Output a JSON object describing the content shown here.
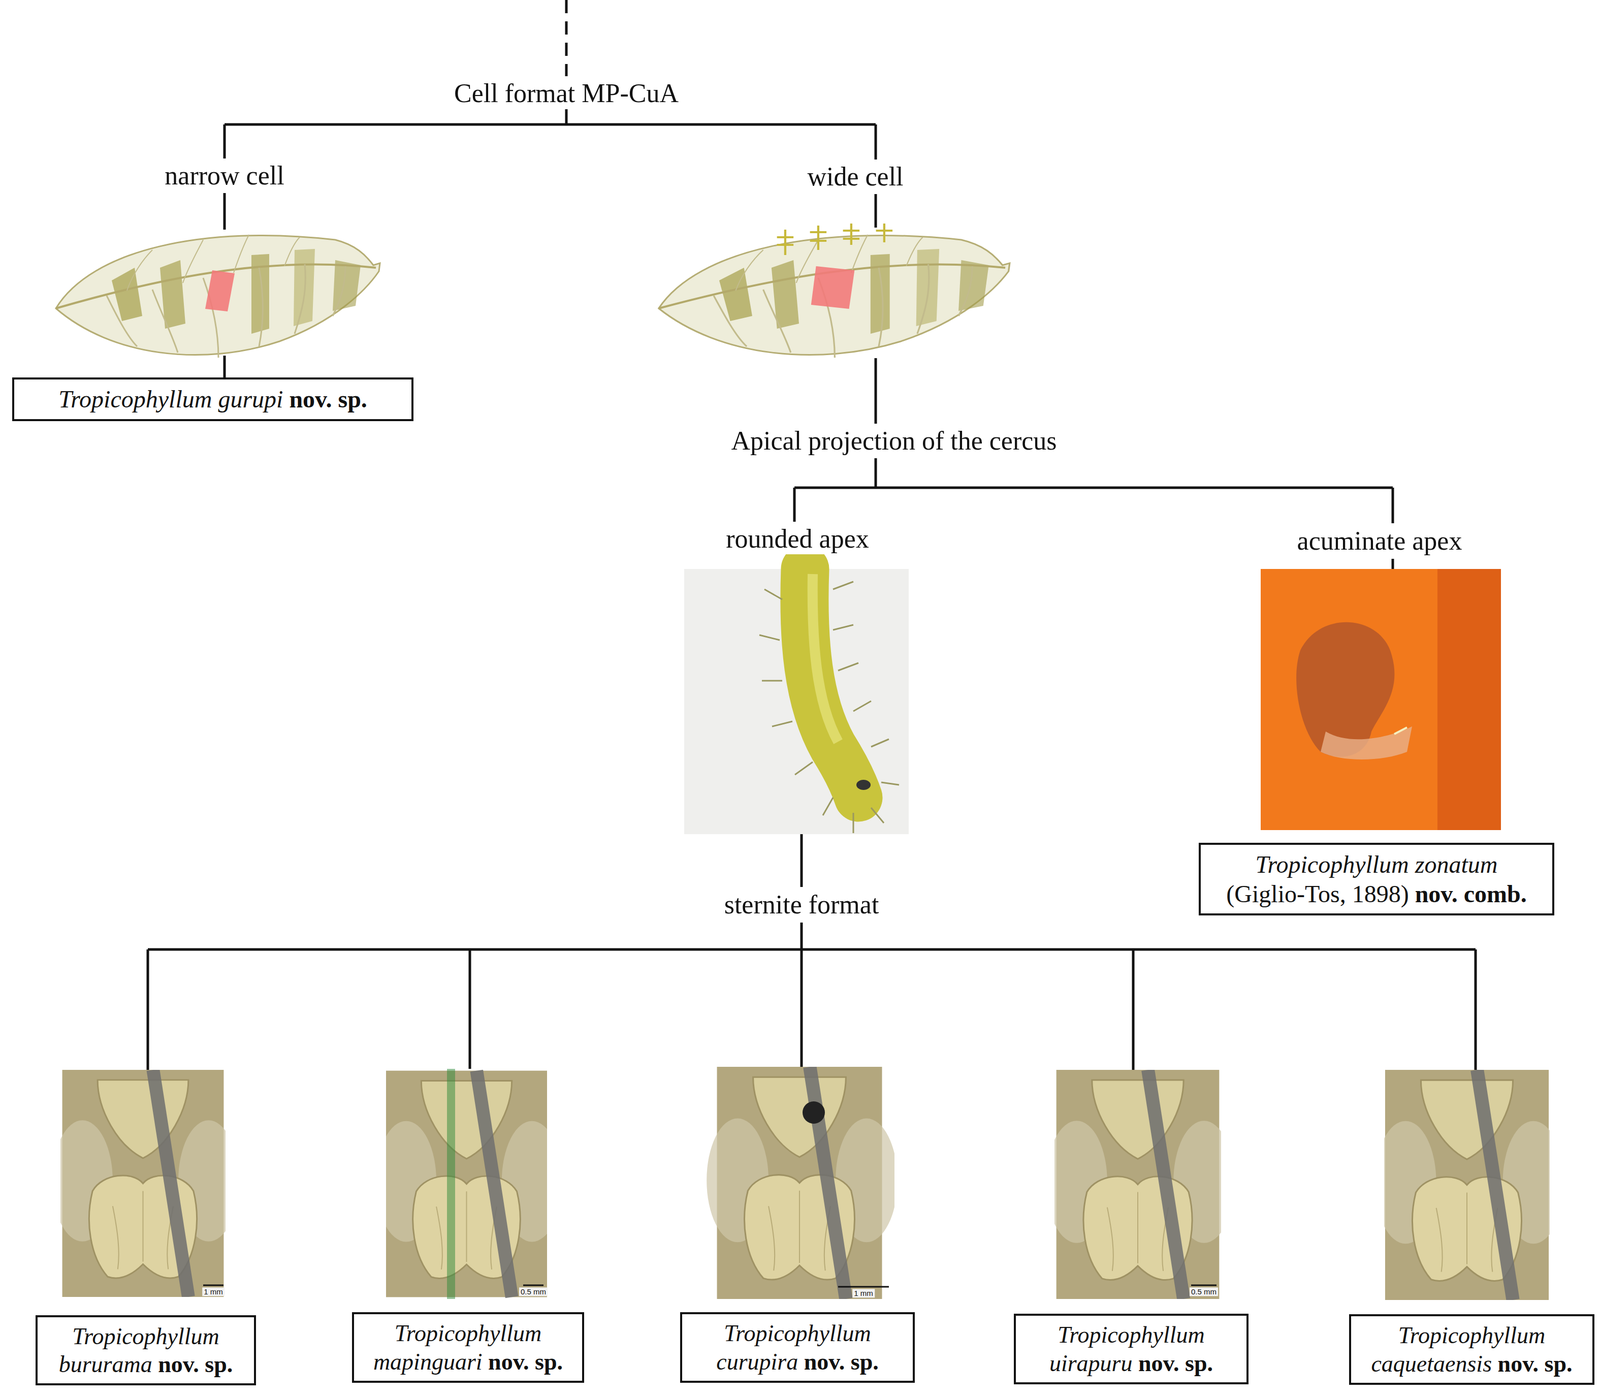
{
  "diagram": {
    "nodes": [
      {
        "text": [
          "Tropicophyllum gurupi",
          "nov. sp."
        ]
      },
      {
        "text": [
          "Tropicophyllum zonatum",
          "(Giglio-Tos, 1898)",
          "nov. comb."
        ]
      },
      {
        "text": [
          "Tropicophyllum bururama",
          "nov. sp."
        ]
      },
      {
        "text": [
          "Tropicophyllum mapinguari",
          "nov. sp."
        ]
      },
      {
        "text": [
          "Tropicophyllum curupira",
          "nov. sp."
        ]
      },
      {
        "text": [
          "Tropicophyllum uirapuru",
          "nov. sp."
        ]
      },
      {
        "text": [
          "Tropicophyllum caquetaensis",
          "nov. sp."
        ]
      }
    ],
    "labels": [
      "Cell format MP-CuA",
      "narrow cell",
      "wide cell",
      "Apical projection of the cercus",
      "rounded apex",
      "acuminate apex",
      "sternite format",
      "1 mm",
      "0.5 mm",
      "1 mm",
      "0.5 mm"
    ]
  }
}
